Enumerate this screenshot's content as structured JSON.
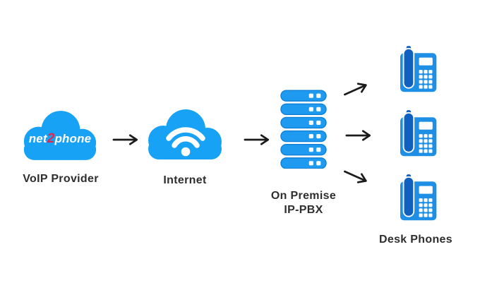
{
  "diagram": {
    "description": "VoIP telephony architecture flow diagram",
    "nodes": {
      "voip_provider": {
        "label": "VoIP Provider",
        "icon": "net2phone-cloud-icon",
        "logo": {
          "pre": "net",
          "accent": "2",
          "post": "phone"
        }
      },
      "internet": {
        "label": "Internet",
        "icon": "wifi-cloud-icon"
      },
      "pbx": {
        "label_line1": "On Premise",
        "label_line2": "IP-PBX",
        "icon": "server-stack-icon",
        "server_bar_count": 6
      },
      "desk_phones": {
        "label": "Desk Phones",
        "icon": "desk-phone-icon",
        "phone_count": 3
      }
    },
    "connections": [
      {
        "from": "voip_provider",
        "to": "internet",
        "style": "arrow-right"
      },
      {
        "from": "internet",
        "to": "pbx",
        "style": "arrow-right"
      },
      {
        "from": "pbx",
        "to": "desk_phone_1",
        "style": "arrow-up-right"
      },
      {
        "from": "pbx",
        "to": "desk_phone_2",
        "style": "arrow-right"
      },
      {
        "from": "pbx",
        "to": "desk_phone_3",
        "style": "arrow-down-right"
      }
    ],
    "colors": {
      "cloud_blue": "#18A2F5",
      "server_blue": "#1E9BF0",
      "server_outline": "#0E7FD6",
      "phone_body": "#1E8FE4",
      "phone_handset": "#1060C0",
      "arrow": "#1b1b1b",
      "label": "#2e2e2e",
      "logo_accent": "#E3274B",
      "background": "#ffffff"
    }
  }
}
